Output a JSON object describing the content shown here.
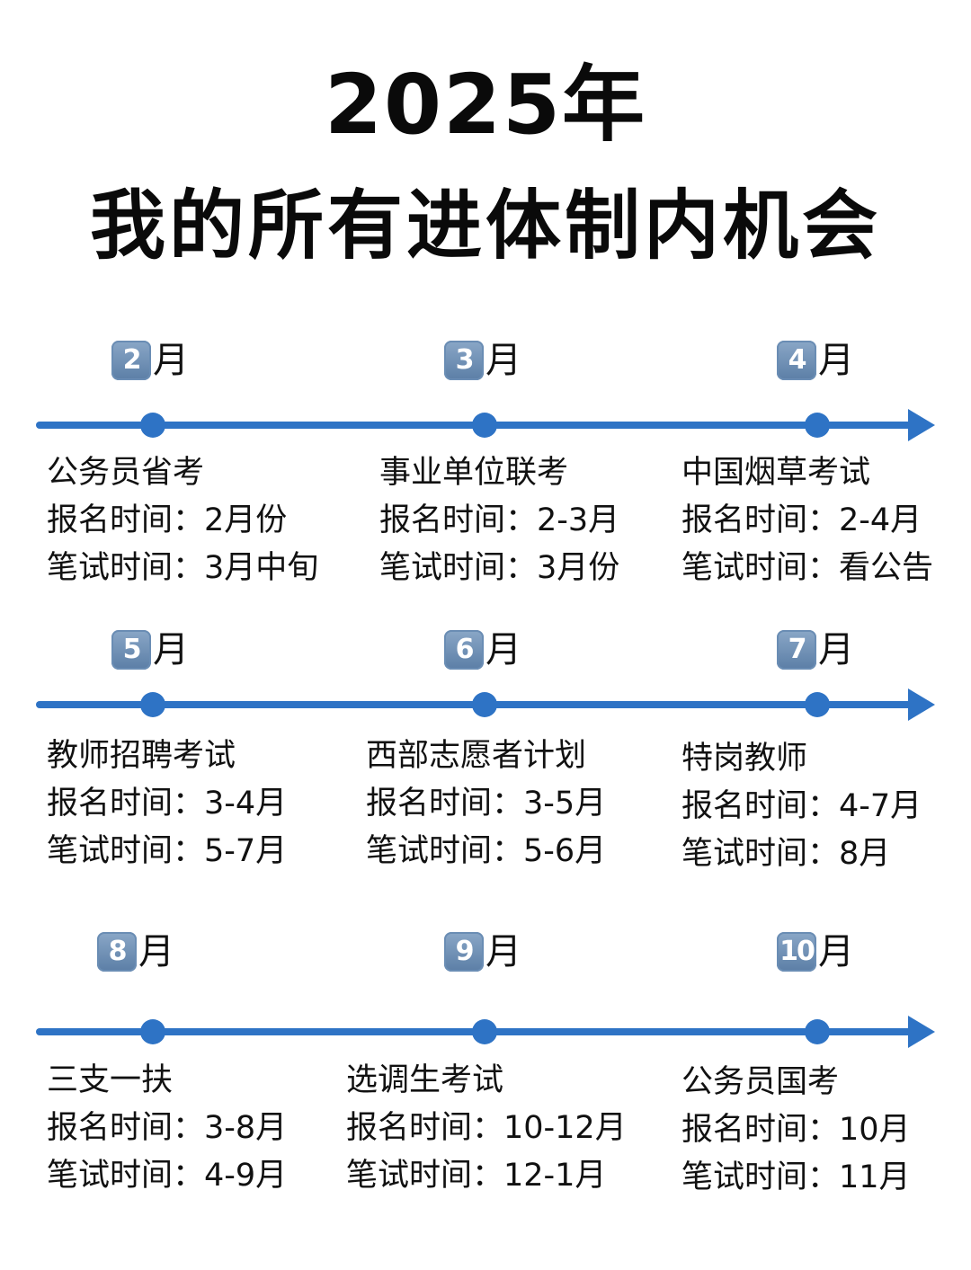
{
  "header": {
    "title_line1": "2025年",
    "title_line2": "我的所有进体制内机会"
  },
  "colors": {
    "timeline": "#2e73c5",
    "keycap": "#6a8db4",
    "text": "#111111"
  },
  "labels": {
    "signup": "报名时间：",
    "exam": "笔试时间："
  },
  "rows": [
    {
      "items": [
        {
          "month_num": "2",
          "month_suffix": "月",
          "name": "公务员省考",
          "signup": "报名时间：2月份",
          "exam": "笔试时间：3月中旬"
        },
        {
          "month_num": "3",
          "month_suffix": "月",
          "name": "事业单位联考",
          "signup": "报名时间：2-3月",
          "exam": "笔试时间：3月份"
        },
        {
          "month_num": "4",
          "month_suffix": "月",
          "name": "中国烟草考试",
          "signup": "报名时间：2-4月",
          "exam": "笔试时间：看公告"
        }
      ]
    },
    {
      "items": [
        {
          "month_num": "5",
          "month_suffix": "月",
          "name": "教师招聘考试",
          "signup": "报名时间：3-4月",
          "exam": "笔试时间：5-7月"
        },
        {
          "month_num": "6",
          "month_suffix": "月",
          "name": "西部志愿者计划",
          "signup": "报名时间：3-5月",
          "exam": "笔试时间：5-6月"
        },
        {
          "month_num": "7",
          "month_suffix": "月",
          "name": "特岗教师",
          "signup": "报名时间：4-7月",
          "exam": "笔试时间：8月"
        }
      ]
    },
    {
      "items": [
        {
          "month_num": "8",
          "month_suffix": "月",
          "name": "三支一扶",
          "signup": "报名时间：3-8月",
          "exam": "笔试时间：4-9月"
        },
        {
          "month_num": "9",
          "month_suffix": "月",
          "name": "选调生考试",
          "signup": "报名时间：10-12月",
          "exam": "笔试时间：12-1月"
        },
        {
          "month_num": "10",
          "month_suffix": "月",
          "name": "公务员国考",
          "signup": "报名时间：10月",
          "exam": "笔试时间：11月"
        }
      ]
    }
  ]
}
